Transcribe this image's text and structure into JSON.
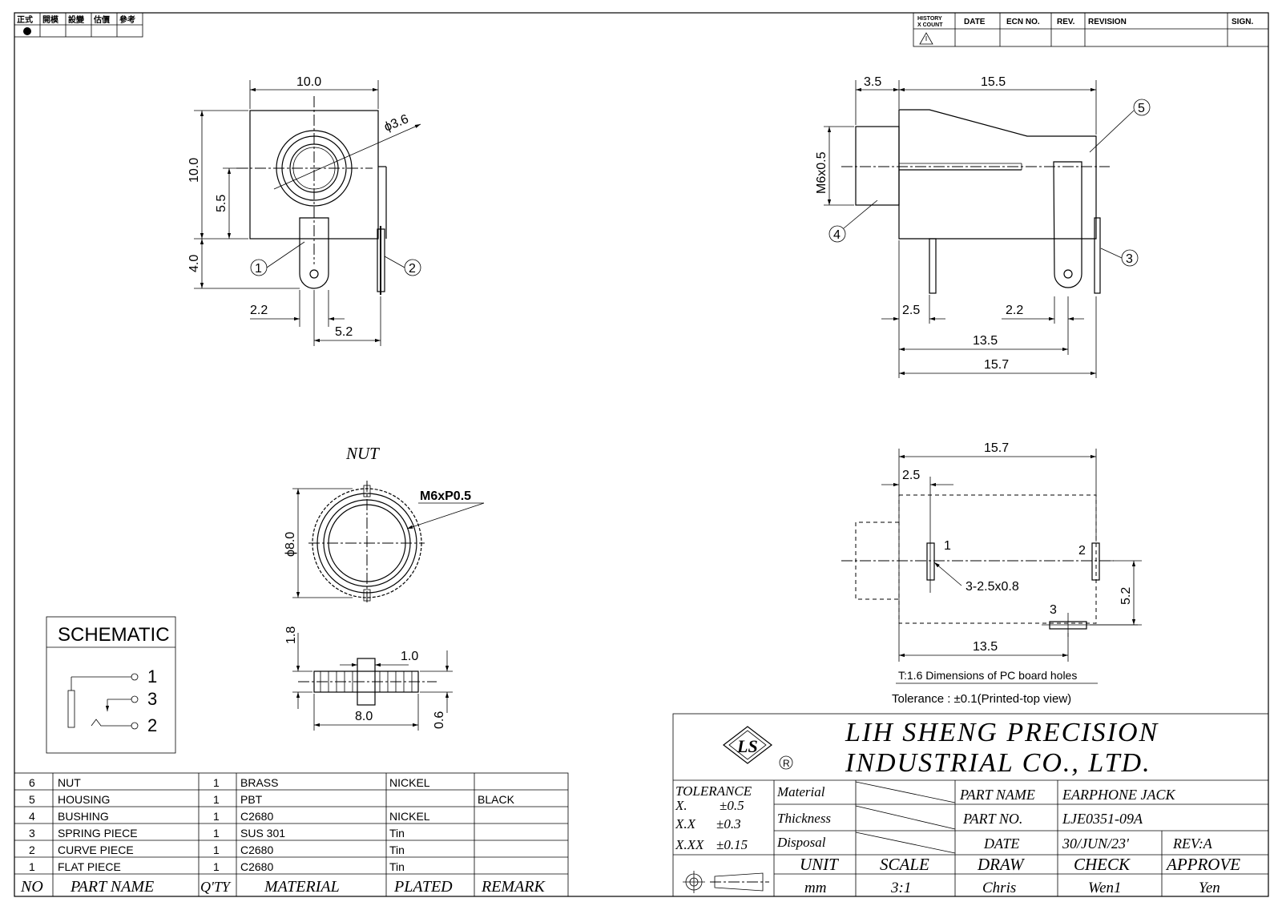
{
  "status_box": {
    "labels": [
      "正式",
      "開模",
      "設變",
      "估價",
      "參考"
    ]
  },
  "revision_table": {
    "headers": {
      "history": "HISTORY",
      "count": "X COUNT",
      "date": "DATE",
      "ecn": "ECN NO.",
      "rev": "REV.",
      "revision": "REVISION",
      "sign": "SIGN."
    },
    "warning_icon": "warning-triangle-icon"
  },
  "front_view": {
    "width": "10.0",
    "height": "10.0",
    "center_height": "5.5",
    "hole_dia": "ϕ3.6",
    "pin_length": "4.0",
    "pin_width": "2.2",
    "pin_spacing": "5.2",
    "callout_1": "1",
    "callout_2": "2"
  },
  "side_view": {
    "bushing_length": "3.5",
    "body_length": "15.5",
    "thread": "M6x0.5",
    "dim_a": "2.5",
    "dim_b": "2.2",
    "dim_c": "13.5",
    "dim_d": "15.7",
    "callout_3": "3",
    "callout_4": "4",
    "callout_5": "5"
  },
  "nut_view": {
    "title": "NUT",
    "thread": "M6xP0.5",
    "diameter": "ϕ8.0",
    "thickness": "1.8",
    "dim_1": "1.0",
    "dim_2": "8.0",
    "dim_3": "0.6"
  },
  "pcb_view": {
    "overall": "15.7",
    "offset": "2.5",
    "pin_1": "1",
    "pin_2": "2",
    "pin_3": "3",
    "hole_spec": "3-2.5x0.8",
    "vertical": "5.2",
    "spacing": "13.5",
    "note_1": "T:1.6 Dimensions of PC board holes",
    "note_2": "Tolerance : ±0.1(Printed-top view)"
  },
  "schematic": {
    "title": "SCHEMATIC",
    "pin_1": "1",
    "pin_3": "3",
    "pin_2": "2"
  },
  "bom": {
    "headers": [
      "NO",
      "PART NAME",
      "Q'TY",
      "MATERIAL",
      "PLATED",
      "REMARK"
    ],
    "rows": [
      [
        "6",
        "NUT",
        "1",
        "BRASS",
        "NICKEL",
        ""
      ],
      [
        "5",
        "HOUSING",
        "1",
        "PBT",
        "",
        "BLACK"
      ],
      [
        "4",
        "BUSHING",
        "1",
        "C2680",
        "NICKEL",
        ""
      ],
      [
        "3",
        "SPRING PIECE",
        "1",
        "SUS 301",
        "Tin",
        ""
      ],
      [
        "2",
        "CURVE PIECE",
        "1",
        "C2680",
        "Tin",
        ""
      ],
      [
        "1",
        "FLAT PIECE",
        "1",
        "C2680",
        "Tin",
        ""
      ]
    ]
  },
  "title_block": {
    "company_line1": "LIH SHENG PRECISION",
    "company_line2": "INDUSTRIAL CO., LTD.",
    "logo_text": "LS",
    "registered": "R",
    "tolerance_label": "TOLERANCE",
    "tol_x": "X.",
    "tol_x_val": "±0.5",
    "tol_xx": "X.X",
    "tol_xx_val": "±0.3",
    "tol_xxx": "X.XX",
    "tol_xxx_val": "±0.15",
    "material_label": "Material",
    "thickness_label": "Thickness",
    "disposal_label": "Disposal",
    "part_name_label": "PART NAME",
    "part_name": "EARPHONE JACK",
    "part_no_label": "PART NO.",
    "part_no": "LJE0351-09A",
    "date_label": "DATE",
    "date": "30/JUN/23'",
    "rev": "REV:A",
    "unit_label": "UNIT",
    "unit": "mm",
    "scale_label": "SCALE",
    "scale": "3:1",
    "draw_label": "DRAW",
    "draw": "Chris",
    "check_label": "CHECK",
    "check": "Wen1",
    "approve_label": "APPROVE",
    "approve": "Yen"
  }
}
